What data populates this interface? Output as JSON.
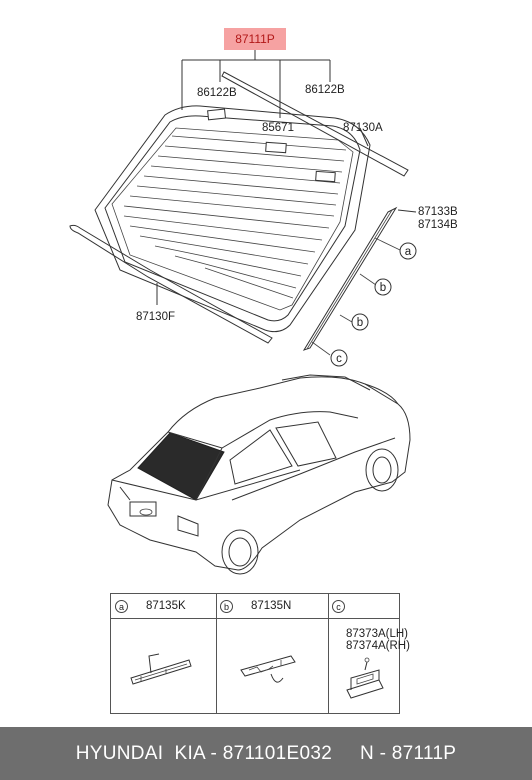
{
  "highlight": {
    "part": "87111P"
  },
  "labels": {
    "p86122b_left": "86122B",
    "p86122b_right": "86122B",
    "p85671": "85671",
    "p87130a": "87130A",
    "p87133b": "87133B",
    "p87134b": "87134B",
    "p87130f": "87130F",
    "callout_a": "a",
    "callout_b1": "b",
    "callout_b2": "b",
    "callout_c": "c"
  },
  "legend": {
    "cells": [
      {
        "letter": "a",
        "part": "87135K"
      },
      {
        "letter": "b",
        "part": "87135N"
      },
      {
        "letter": "c",
        "part": ""
      }
    ],
    "c_parts": {
      "lh": "87373A(LH)",
      "rh": "87374A(RH)"
    }
  },
  "footer": {
    "text": "HYUNDAI  KIA - 871101E032     N - 87111P"
  },
  "colors": {
    "highlight_bg": "#f6a2a2",
    "highlight_text": "#b21818",
    "footer_bg": "#6e6e6e"
  }
}
